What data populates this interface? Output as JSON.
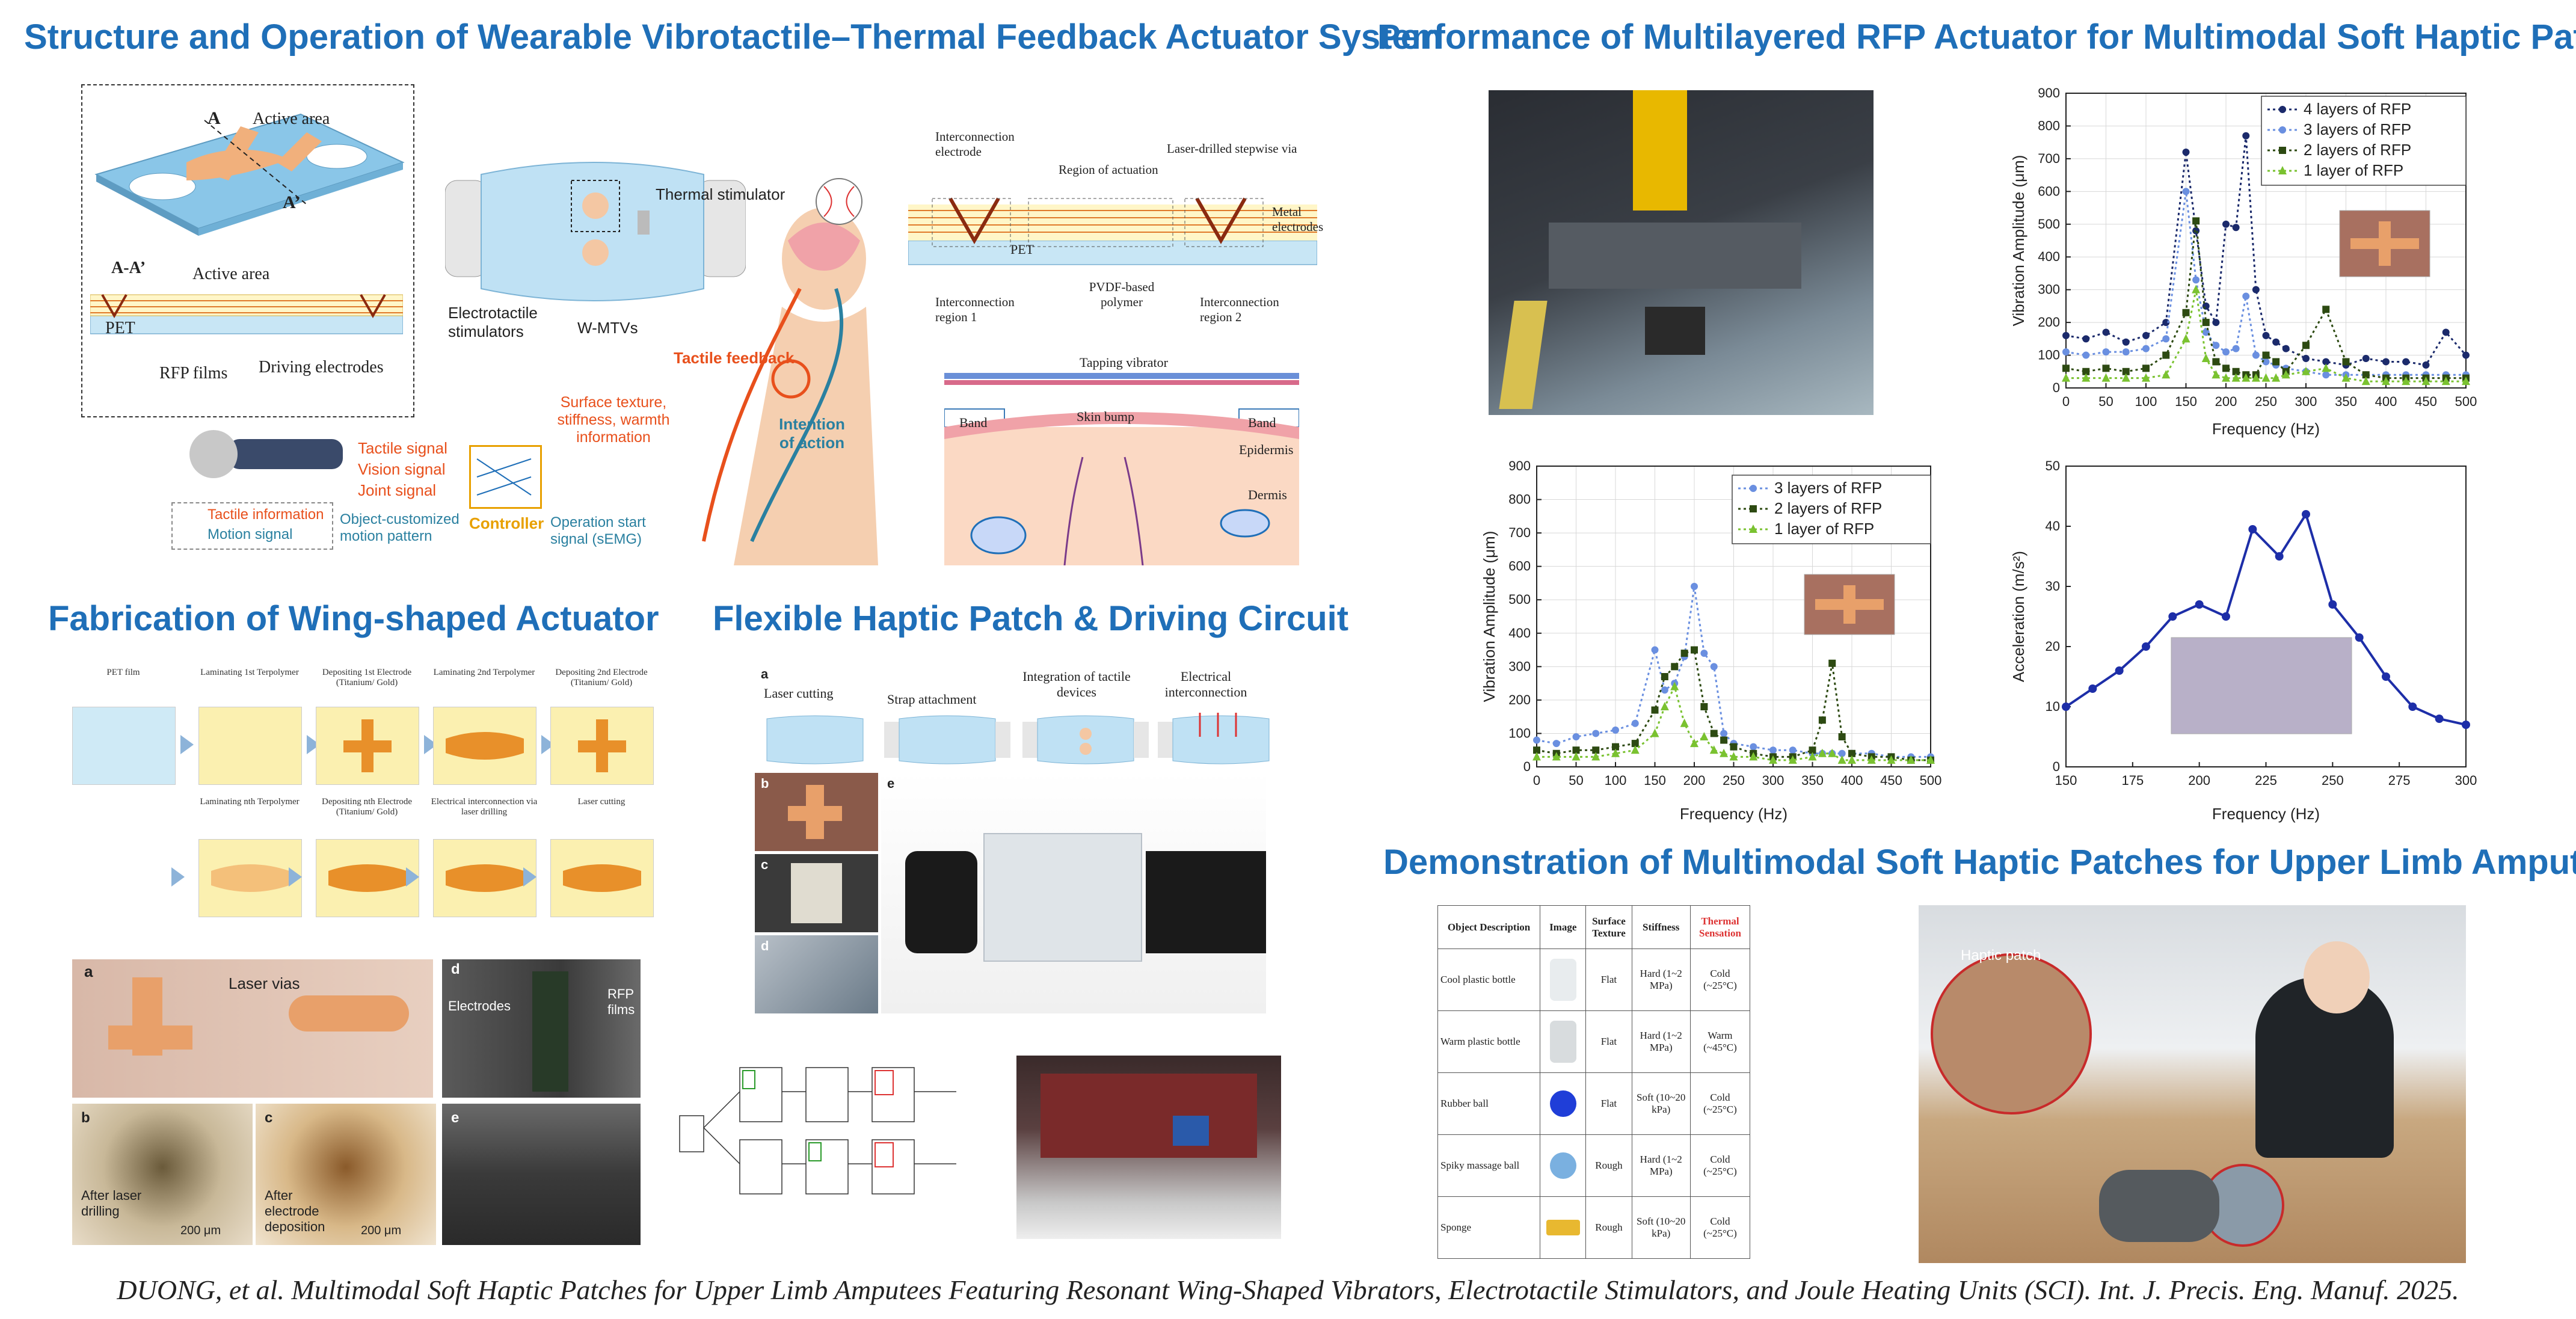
{
  "sections": {
    "structure": "Structure and Operation of Wearable Vibrotactile–Thermal Feedback Actuator System",
    "performance": "Performance of Multilayered RFP Actuator for Multimodal Soft Haptic Patches",
    "fabrication": "Fabrication of Wing-shaped Actuator",
    "flexible": "Flexible Haptic Patch & Driving Circuit",
    "demonstration": "Demonstration of Multimodal Soft Haptic Patches for Upper Limb Amputees"
  },
  "structure_panel": {
    "active_area": "Active area",
    "a_label": "A",
    "a_prime": "A’",
    "section_label": "A-A’",
    "active_area2": "Active area",
    "pet": "PET",
    "rfp_films": "RFP films",
    "driving_electrodes": "Driving electrodes",
    "thermal_stimulator": "Thermal stimulator",
    "electrotactile": "Electrotactile stimulators",
    "wmtvs": "W-MTVs",
    "surface_info": "Surface texture, stiffness, warmth information",
    "tactile_feedback": "Tactile feedback",
    "intention": "Intention of action",
    "tactile_signal": "Tactile signal",
    "vision_signal": "Vision signal",
    "joint_signal": "Joint signal",
    "controller": "Controller",
    "tactile_info": "Tactile information",
    "motion_signal": "Motion signal",
    "object_motion": "Object-customized motion pattern",
    "op_start": "Operation start signal (sEMG)",
    "interconn_electrode": "Interconnection electrode",
    "region_actuation": "Region of actuation",
    "laser_via": "Laser-drilled stepwise via",
    "metal_electrodes": "Metal electrodes",
    "pet2": "PET",
    "interconn_r1": "Interconnection region 1",
    "pvdf": "PVDF-based polymer",
    "interconn_r2": "Interconnection region 2",
    "tapping": "Tapping vibrator",
    "skin_bump": "Skin bump",
    "band1": "Band",
    "band2": "Band",
    "epidermis": "Epidermis",
    "dermis": "Dermis"
  },
  "fabrication_panel": {
    "steps_row1": [
      "PET film",
      "Laminating 1st Terpolymer",
      "Depositing 1st Electrode (Titanium/ Gold)",
      "Laminating 2nd Terpolymer",
      "Depositing 2nd Electrode (Titanium/ Gold)"
    ],
    "steps_row2": [
      "Laminating nth Terpolymer",
      "Depositing nth Electrode (Titanium/ Gold)",
      "Electrical interconnection via laser drilling",
      "Laser cutting"
    ],
    "photo_a": "a",
    "laser_vias": "Laser vias",
    "photo_d": "d",
    "electrodes": "Electrodes",
    "rfp_films": "RFP films",
    "photo_b": "b",
    "after_laser": "After laser drilling",
    "scale_b": "200 μm",
    "photo_c": "c",
    "after_electrode": "After electrode deposition",
    "scale_c": "200 μm",
    "photo_e": "e"
  },
  "flexible_panel": {
    "a": "a",
    "laser_cutting": "Laser cutting",
    "strap": "Strap attachment",
    "integration": "Integration of tactile devices",
    "electrical": "Electrical interconnection",
    "b": "b",
    "c": "c",
    "d": "d",
    "e": "e"
  },
  "demo_table": {
    "headers": [
      "Object Description",
      "Image",
      "Surface Texture",
      "Stiffness",
      "Thermal Sensation"
    ],
    "rows": [
      [
        "Cool plastic bottle",
        "Flat",
        "Hard (1~2 MPa)",
        "Cold (~25°C)"
      ],
      [
        "Warm plastic bottle",
        "Flat",
        "Hard (1~2 MPa)",
        "Warm (~45°C)"
      ],
      [
        "Rubber ball",
        "Flat",
        "Soft (10~20 kPa)",
        "Cold (~25°C)"
      ],
      [
        "Spiky massage ball",
        "Rough",
        "Hard (1~2 MPa)",
        "Cold (~25°C)"
      ],
      [
        "Sponge",
        "Rough",
        "Soft (10~20 kPa)",
        "Cold (~25°C)"
      ]
    ],
    "haptic_patch": "Haptic patch"
  },
  "citation": "DUONG, et al. Multimodal Soft Haptic Patches for Upper Limb Amputees Featuring Resonant Wing-Shaped Vibrators, Electrotactile Stimulators, and Joule Heating Units (SCI). Int. J. Precis. Eng. Manuf. 2025.",
  "chart_data": [
    {
      "type": "line",
      "xlabel": "Frequency (Hz)",
      "ylabel": "Vibration Amplitude (μm)",
      "xlim": [
        0,
        500
      ],
      "ylim": [
        0,
        900
      ],
      "xticks": [
        0,
        50,
        100,
        150,
        200,
        250,
        300,
        350,
        400,
        450,
        500
      ],
      "yticks": [
        0,
        100,
        200,
        300,
        400,
        500,
        600,
        700,
        800,
        900
      ],
      "legend": "top-right",
      "x": [
        0,
        25,
        50,
        75,
        100,
        125,
        150,
        162.5,
        175,
        187.5,
        200,
        212.5,
        225,
        237.5,
        250,
        262.5,
        275,
        300,
        325,
        350,
        375,
        400,
        425,
        450,
        475,
        500
      ],
      "series": [
        {
          "name": "4 layers of RFP",
          "color": "#1b2a6b",
          "marker": "circle",
          "values": [
            160,
            150,
            170,
            140,
            160,
            200,
            720,
            480,
            250,
            200,
            500,
            490,
            770,
            300,
            160,
            140,
            120,
            90,
            80,
            70,
            90,
            80,
            80,
            70,
            170,
            100
          ]
        },
        {
          "name": "3 layers of RFP",
          "color": "#6a8fe0",
          "marker": "circle",
          "values": [
            110,
            100,
            110,
            110,
            120,
            150,
            600,
            330,
            170,
            130,
            110,
            120,
            280,
            100,
            80,
            70,
            60,
            50,
            40,
            40,
            40,
            40,
            40,
            40,
            40,
            40
          ]
        },
        {
          "name": "2 layers of RFP",
          "color": "#2d4a12",
          "marker": "square",
          "values": [
            60,
            50,
            60,
            50,
            60,
            100,
            230,
            510,
            200,
            80,
            60,
            50,
            40,
            40,
            100,
            80,
            50,
            130,
            240,
            80,
            40,
            30,
            30,
            30,
            30,
            30
          ]
        },
        {
          "name": "1 layer of RFP",
          "color": "#7ac230",
          "marker": "triangle",
          "values": [
            30,
            30,
            30,
            30,
            30,
            40,
            150,
            300,
            90,
            40,
            30,
            30,
            30,
            30,
            30,
            30,
            40,
            50,
            60,
            30,
            20,
            20,
            20,
            20,
            20,
            20
          ]
        }
      ]
    },
    {
      "type": "line",
      "xlabel": "Frequency (Hz)",
      "ylabel": "Vibration Amplitude (μm)",
      "xlim": [
        0,
        500
      ],
      "ylim": [
        0,
        900
      ],
      "xticks": [
        0,
        50,
        100,
        150,
        200,
        250,
        300,
        350,
        400,
        450,
        500
      ],
      "yticks": [
        0,
        100,
        200,
        300,
        400,
        500,
        600,
        700,
        800,
        900
      ],
      "legend": "top-right",
      "x": [
        0,
        25,
        50,
        75,
        100,
        125,
        150,
        162.5,
        175,
        187.5,
        200,
        212.5,
        225,
        237.5,
        250,
        275,
        300,
        325,
        350,
        362.5,
        375,
        387.5,
        400,
        425,
        450,
        475,
        500
      ],
      "series": [
        {
          "name": "3 layers of RFP",
          "color": "#6a8fe0",
          "marker": "circle",
          "values": [
            80,
            70,
            90,
            100,
            110,
            130,
            350,
            230,
            250,
            330,
            540,
            340,
            300,
            100,
            70,
            60,
            50,
            50,
            40,
            40,
            40,
            40,
            40,
            40,
            30,
            30,
            30
          ]
        },
        {
          "name": "2 layers of RFP",
          "color": "#2d4a12",
          "marker": "square",
          "values": [
            50,
            40,
            50,
            50,
            60,
            70,
            170,
            270,
            300,
            340,
            350,
            180,
            100,
            80,
            60,
            40,
            30,
            30,
            50,
            140,
            310,
            90,
            40,
            30,
            30,
            20,
            20
          ]
        },
        {
          "name": "1 layer of RFP",
          "color": "#7ac230",
          "marker": "triangle",
          "values": [
            30,
            30,
            30,
            30,
            40,
            50,
            100,
            180,
            240,
            130,
            70,
            90,
            50,
            40,
            30,
            30,
            20,
            20,
            30,
            40,
            40,
            20,
            20,
            20,
            20,
            20,
            20
          ]
        }
      ]
    },
    {
      "type": "line",
      "xlabel": "Frequency (Hz)",
      "ylabel": "Acceleration (m/s²)",
      "xlim": [
        150,
        300
      ],
      "ylim": [
        0,
        50
      ],
      "xticks": [
        150,
        175,
        200,
        225,
        250,
        275,
        300
      ],
      "yticks": [
        0,
        10,
        20,
        30,
        40,
        50
      ],
      "x": [
        150,
        160,
        170,
        180,
        190,
        200,
        210,
        220,
        230,
        240,
        250,
        260,
        270,
        280,
        290,
        300
      ],
      "series": [
        {
          "color": "#1d2ea8",
          "marker": "circle",
          "values": [
            10,
            13,
            16,
            20,
            25,
            27,
            25,
            39.5,
            35,
            42,
            27,
            21.5,
            15,
            10,
            8,
            7
          ]
        }
      ]
    }
  ]
}
